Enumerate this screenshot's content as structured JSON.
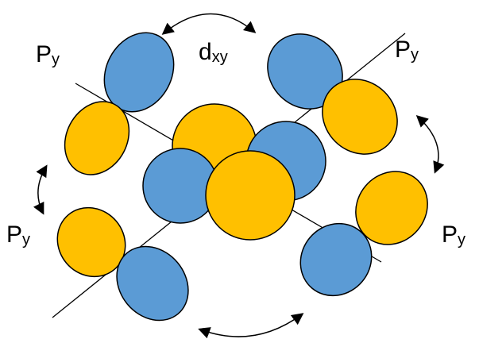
{
  "labels": {
    "top_center": {
      "main": "d",
      "sub": "xy"
    },
    "top_left": {
      "main": "P",
      "sub": "y"
    },
    "top_right": {
      "main": "P",
      "sub": "y"
    },
    "middle_left": {
      "main": "P",
      "sub": "y"
    },
    "middle_right": {
      "main": "P",
      "sub": "y"
    }
  },
  "colors": {
    "lobe_blue": "#5B9BD5",
    "lobe_gold": "#FFC000",
    "outline": "#000000",
    "axis": "#000000",
    "arrow": "#000000"
  }
}
